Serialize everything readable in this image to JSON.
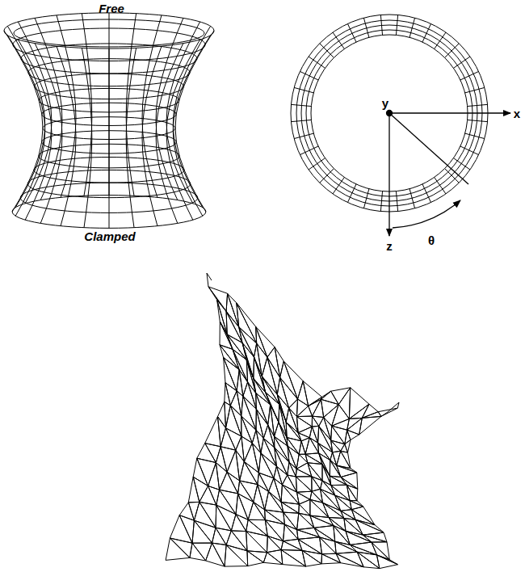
{
  "diagram": {
    "labels": [
      "Free",
      "Clamped",
      "y",
      "x",
      "z",
      "θ"
    ]
  }
}
